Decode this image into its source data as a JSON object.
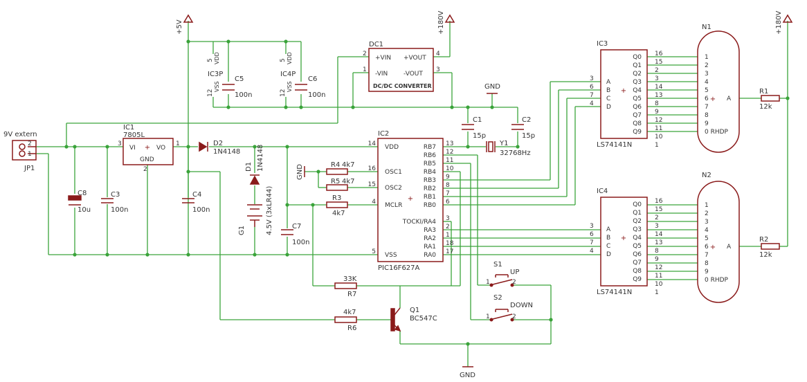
{
  "colors": {
    "wire": "#3aa33a",
    "part": "#8a1a1a",
    "text": "#333333",
    "junction": "#3aa33a"
  },
  "labels": {
    "plus5v": "+5V",
    "plus180v_a": "+180V",
    "plus180v_b": "+180V",
    "gnd_top": "GND",
    "gnd_left": "GND",
    "gnd_bottom": "GND",
    "ext_power": "9V extern"
  },
  "parts": {
    "jp1": {
      "name": "JP1",
      "pin2": "2",
      "pin1": "1"
    },
    "ic1": {
      "name": "IC1",
      "value": "7805L",
      "vi": "VI",
      "vo": "VO",
      "gnd": "GND",
      "pin3": "3",
      "pin1": "1",
      "pin2": "2"
    },
    "d2": {
      "name": "D2",
      "value": "1N4148"
    },
    "d1": {
      "name": "D1",
      "value": "1N4148"
    },
    "g1": {
      "name": "G1",
      "value": "4.5V (3xLR44)"
    },
    "c8": {
      "name": "C8",
      "value": "10u"
    },
    "c3": {
      "name": "C3",
      "value": "100n"
    },
    "c4": {
      "name": "C4",
      "value": "100n"
    },
    "c5": {
      "name": "C5",
      "value": "100n"
    },
    "c6": {
      "name": "C6",
      "value": "100n"
    },
    "c7": {
      "name": "C7",
      "value": "100n"
    },
    "c1": {
      "name": "C1",
      "value": "15p"
    },
    "c2": {
      "name": "C2",
      "value": "15p"
    },
    "y1": {
      "name": "Y1",
      "value": "32768Hz"
    },
    "ic3p": {
      "name": "IC3P",
      "vdd": "VDD",
      "vss": "VSS",
      "pin5": "5",
      "pin12": "12"
    },
    "ic4p": {
      "name": "IC4P",
      "vdd": "VDD",
      "vss": "VSS",
      "pin5": "5",
      "pin12": "12"
    },
    "dc1": {
      "name": "DC1",
      "value": "DC/DC CONVERTER",
      "vin_p": "+VIN",
      "vin_n": "-VIN",
      "vout_p": "+VOUT",
      "vout_n": "-VOUT",
      "pin2": "2",
      "pin1": "1",
      "pin4": "4",
      "pin3": "3"
    },
    "r1": {
      "name": "R1",
      "value": "12k"
    },
    "r2": {
      "name": "R2",
      "value": "12k"
    },
    "r3": {
      "name": "R3",
      "value": "4k7"
    },
    "r4": {
      "name": "R4",
      "value": "4k7"
    },
    "r5": {
      "name": "R5",
      "value": "4k7"
    },
    "r6": {
      "name": "R6",
      "value": "4k7"
    },
    "r7": {
      "name": "R7",
      "value": "33K"
    },
    "q1": {
      "name": "Q1",
      "value": "BC547C"
    },
    "s1": {
      "name": "S1",
      "value": "UP",
      "pin1": "1",
      "pin2": "2"
    },
    "s2": {
      "name": "S2",
      "value": "DOWN",
      "pin1": "1",
      "pin2": "2"
    }
  },
  "ic2": {
    "name": "IC2",
    "value": "PIC16F627A",
    "left_pins": [
      {
        "label": "VDD",
        "num": "14"
      },
      {
        "label": "OSC1",
        "num": "16"
      },
      {
        "label": "OSC2",
        "num": "15"
      },
      {
        "label": "MCLR",
        "num": "4"
      },
      {
        "label": "VSS",
        "num": "5"
      }
    ],
    "right_pins": [
      {
        "label": "RB7",
        "num": "13"
      },
      {
        "label": "RB6",
        "num": "12"
      },
      {
        "label": "RB5",
        "num": "11"
      },
      {
        "label": "RB4",
        "num": "10"
      },
      {
        "label": "RB3",
        "num": "9"
      },
      {
        "label": "RB2",
        "num": "8"
      },
      {
        "label": "RB1",
        "num": "7"
      },
      {
        "label": "RB0",
        "num": "6"
      },
      {
        "label": "TOCKI/RA4",
        "num": "3"
      },
      {
        "label": "RA3",
        "num": "2"
      },
      {
        "label": "RA2",
        "num": "1"
      },
      {
        "label": "RA1",
        "num": "18"
      },
      {
        "label": "RA0",
        "num": "17"
      }
    ]
  },
  "decoders": [
    {
      "name": "IC3",
      "value": "LS74141N",
      "in_labels": [
        "A",
        "B",
        "C",
        "D"
      ],
      "in_nums": [
        "3",
        "6",
        "7",
        "4"
      ],
      "out_labels": [
        "Q0",
        "Q1",
        "Q2",
        "Q3",
        "Q4",
        "Q5",
        "Q6",
        "Q7",
        "Q8",
        "Q9"
      ],
      "out_nums": [
        "16",
        "15",
        "2",
        "3",
        "14",
        "13",
        "8",
        "9",
        "12",
        "11",
        "10",
        "1"
      ]
    },
    {
      "name": "IC4",
      "value": "LS74141N",
      "in_labels": [
        "A",
        "B",
        "C",
        "D"
      ],
      "in_nums": [
        "3",
        "6",
        "7",
        "4"
      ],
      "out_labels": [
        "Q0",
        "Q1",
        "Q2",
        "Q3",
        "Q4",
        "Q5",
        "Q6",
        "Q7",
        "Q8",
        "Q9"
      ],
      "out_nums": [
        "16",
        "15",
        "2",
        "3",
        "14",
        "13",
        "8",
        "9",
        "12",
        "11",
        "10",
        "1"
      ]
    }
  ],
  "tubes": [
    {
      "name": "N1",
      "pins": [
        "1",
        "2",
        "3",
        "4",
        "5",
        "6",
        "7",
        "8",
        "9",
        "0 RHDP"
      ],
      "anode": "A"
    },
    {
      "name": "N2",
      "pins": [
        "1",
        "2",
        "3",
        "4",
        "5",
        "6",
        "7",
        "8",
        "9",
        "0 RHDP"
      ],
      "anode": "A"
    }
  ]
}
